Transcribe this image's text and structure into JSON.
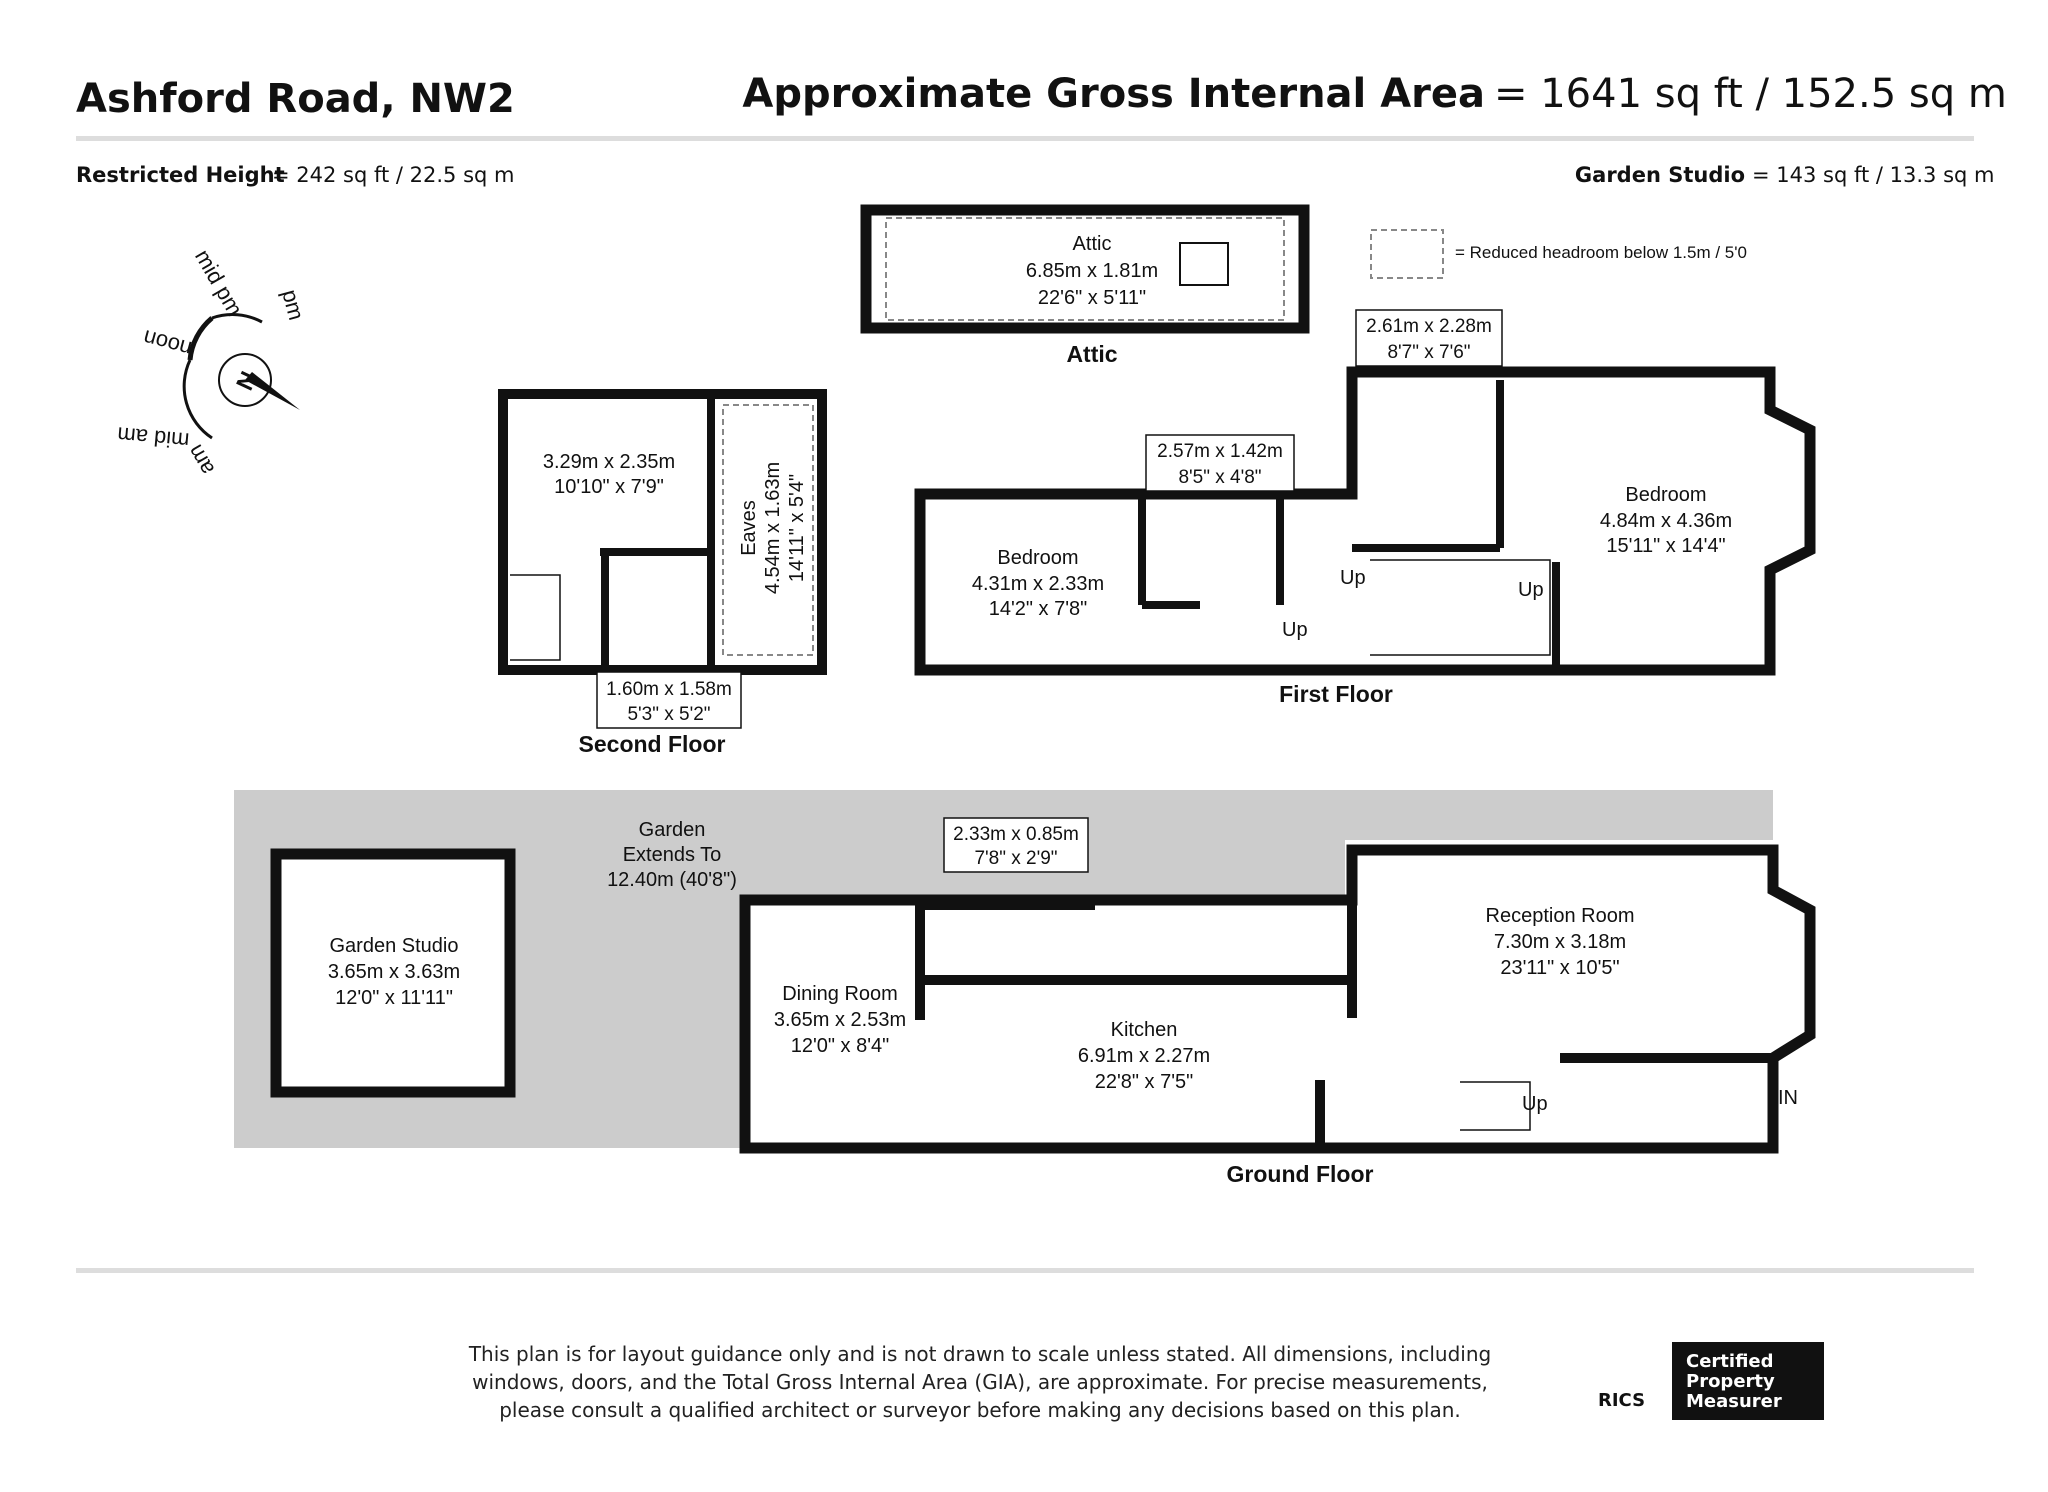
{
  "header": {
    "address": "Ashford Road, NW2",
    "gia_label": "Approximate Gross Internal Area",
    "gia_value": "= 1641 sq ft / 152.5 sq m",
    "restricted_label": "Restricted Height",
    "restricted_value": "= 242 sq ft / 22.5 sq m",
    "studio_label": "Garden Studio",
    "studio_value": "= 143 sq ft / 13.3 sq m"
  },
  "legend": {
    "text": "= Reduced headroom below 1.5m / 5'0"
  },
  "compass": {
    "north": "N",
    "labels": [
      "mid pm",
      "pm",
      "noon",
      "mid am",
      "am"
    ]
  },
  "floors": {
    "attic": "Attic",
    "second": "Second Floor",
    "first": "First Floor",
    "ground": "Ground Floor"
  },
  "rooms": {
    "attic": {
      "name": "Attic",
      "metric": "6.85m x 1.81m",
      "imperial": "22'6\" x 5'11\""
    },
    "second_room": {
      "metric": "3.29m x 2.35m",
      "imperial": "10'10\" x 7'9\""
    },
    "second_eaves": {
      "name": "Eaves",
      "metric": "4.54m x 1.63m",
      "imperial": "14'11\" x 5'4\""
    },
    "second_bath": {
      "metric": "1.60m x 1.58m",
      "imperial": "5'3\" x 5'2\""
    },
    "first_bedroom_rear": {
      "name": "Bedroom",
      "metric": "4.31m x 2.33m",
      "imperial": "14'2\" x 7'8\""
    },
    "first_shower": {
      "metric": "2.57m x 1.42m",
      "imperial": "8'5\" x 4'8\""
    },
    "first_bath": {
      "metric": "2.61m x 2.28m",
      "imperial": "8'7\" x 7'6\""
    },
    "first_bedroom_front": {
      "name": "Bedroom",
      "metric": "4.84m x 4.36m",
      "imperial": "15'11\" x 14'4\""
    },
    "garden_studio": {
      "name": "Garden Studio",
      "metric": "3.65m x 3.63m",
      "imperial": "12'0\" x 11'11\""
    },
    "garden": {
      "name": "Garden",
      "line2": "Extends To",
      "line3": "12.40m (40'8\")"
    },
    "ground_wc": {
      "metric": "2.33m x 0.85m",
      "imperial": "7'8\" x 2'9\""
    },
    "dining": {
      "name": "Dining Room",
      "metric": "3.65m x 2.53m",
      "imperial": "12'0\" x 8'4\""
    },
    "kitchen": {
      "name": "Kitchen",
      "metric": "6.91m x 2.27m",
      "imperial": "22'8\" x 7'5\""
    },
    "reception": {
      "name": "Reception Room",
      "metric": "7.30m x 3.18m",
      "imperial": "23'11\" x 10'5\""
    }
  },
  "markers": {
    "up": "Up",
    "in": "IN"
  },
  "footer": {
    "line1": "This plan is for layout guidance only and is not drawn to scale unless stated. All dimensions, including",
    "line2": "windows, doors, and the Total Gross Internal Area (GIA), are approximate. For precise measurements,",
    "line3": "please consult a qualified architect or surveyor before making any decisions based on this plan."
  },
  "badge": {
    "brand": "RICS",
    "line1": "Certified",
    "line2": "Property",
    "line3": "Measurer"
  },
  "colors": {
    "wall": "#111111",
    "garden": "#cccccc",
    "rule": "#dddddd",
    "dash": "#888888"
  }
}
